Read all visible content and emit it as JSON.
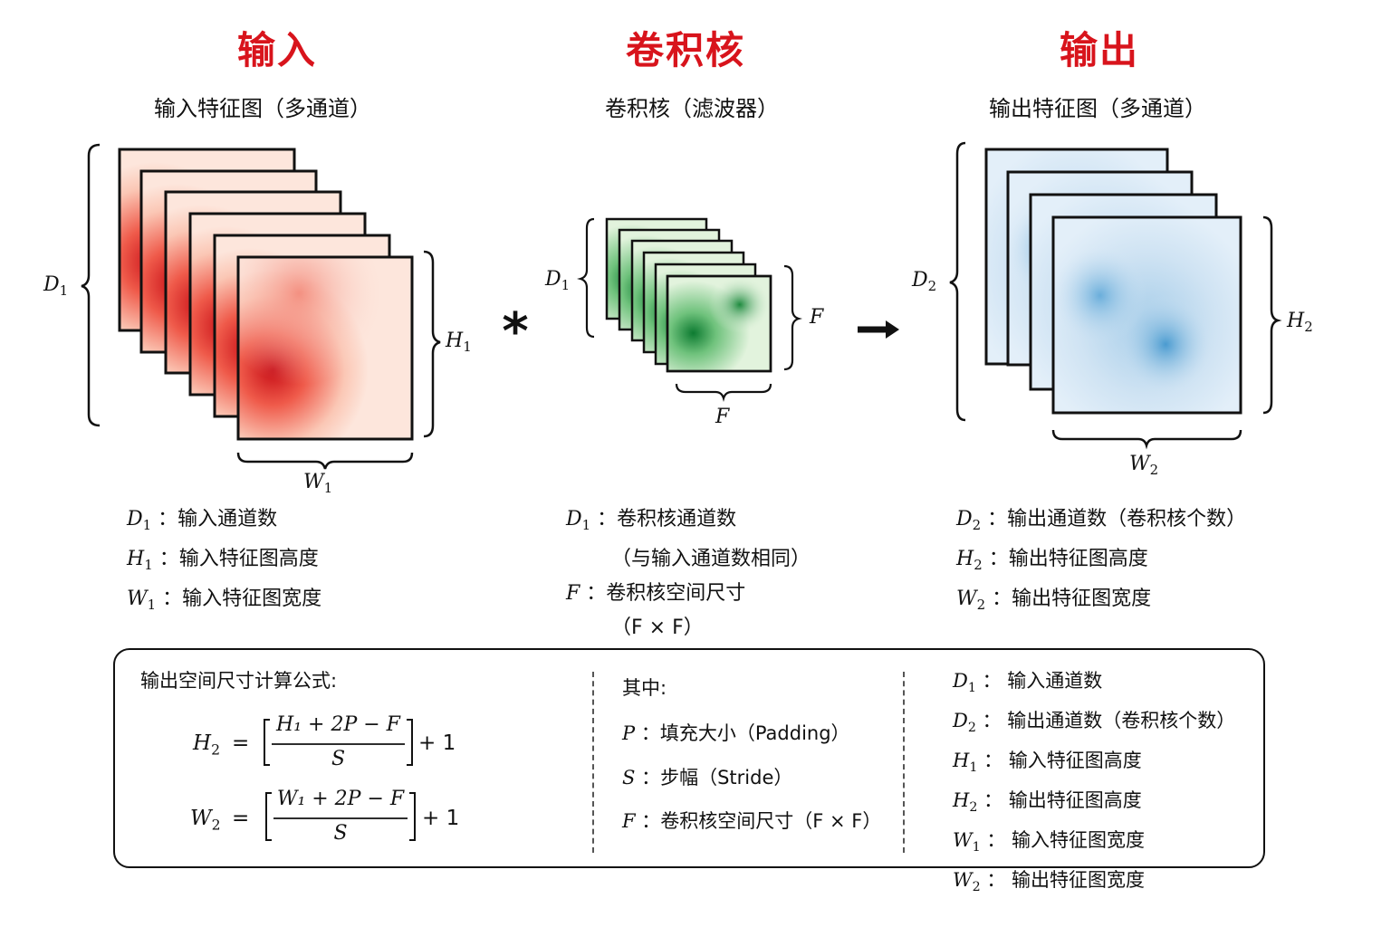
{
  "input": {
    "title": "输入",
    "subtitle": "输入特征图（多通道）",
    "label_d": "D",
    "label_d_sub": "1",
    "label_h": "H",
    "label_h_sub": "1",
    "label_w": "W",
    "label_w_sub": "1",
    "defs": [
      {
        "sym": "D",
        "sub": "1",
        "text": "：输入通道数"
      },
      {
        "sym": "H",
        "sub": "1",
        "text": "：输入特征图高度"
      },
      {
        "sym": "W",
        "sub": "1",
        "text": "：输入特征图宽度"
      }
    ],
    "color": "#e34a33"
  },
  "kernel": {
    "title": "卷积核",
    "subtitle": "卷积核（滤波器）",
    "label_d": "D",
    "label_d_sub": "1",
    "label_f_right": "F",
    "label_f_bottom": "F",
    "def1_sym": "D",
    "def1_sub": "1",
    "def1_text": "：卷积核通道数",
    "def1_cont": "（与输入通道数相同）",
    "def2_sym": "F",
    "def2_text": "：卷积核空间尺寸",
    "def2_cont": "（F × F）",
    "color": "#31a354"
  },
  "output": {
    "title": "输出",
    "subtitle": "输出特征图（多通道）",
    "label_d": "D",
    "label_d_sub": "2",
    "label_h": "H",
    "label_h_sub": "2",
    "label_w": "W",
    "label_w_sub": "2",
    "defs": [
      {
        "sym": "D",
        "sub": "2",
        "text": "：输出通道数（卷积核个数）"
      },
      {
        "sym": "H",
        "sub": "2",
        "text": "：输出特征图高度"
      },
      {
        "sym": "W",
        "sub": "2",
        "text": "：输出特征图宽度"
      }
    ],
    "color": "#6baed6"
  },
  "operators": {
    "conv": "*",
    "arrow": "→"
  },
  "formula_box": {
    "heading": "输出空间尺寸计算公式:",
    "f1": {
      "lhs": "H",
      "lhs_sub": "2",
      "eq": "=",
      "num": "H₁ + 2P − F",
      "den": "S",
      "plus": "+ 1"
    },
    "f2": {
      "lhs": "W",
      "lhs_sub": "2",
      "eq": "=",
      "num": "W₁ + 2P − F",
      "den": "S",
      "plus": "+ 1"
    },
    "where": "其中:",
    "params": [
      {
        "sym": "P",
        "text": "：填充大小（Padding）"
      },
      {
        "sym": "S",
        "text": "：步幅（Stride）"
      },
      {
        "sym": "F",
        "text": "：卷积核空间尺寸（F × F）"
      }
    ],
    "glossary": [
      {
        "sym": "D",
        "sub": "1",
        "text": "：  输入通道数"
      },
      {
        "sym": "D",
        "sub": "2",
        "text": "：  输出通道数（卷积核个数）"
      },
      {
        "sym": "H",
        "sub": "1",
        "text": "：  输入特征图高度"
      },
      {
        "sym": "H",
        "sub": "2",
        "text": "：  输出特征图高度"
      },
      {
        "sym": "W",
        "sub": "1",
        "text": "：  输入特征图宽度"
      },
      {
        "sym": "W",
        "sub": "2",
        "text": "：  输出特征图宽度"
      }
    ]
  }
}
